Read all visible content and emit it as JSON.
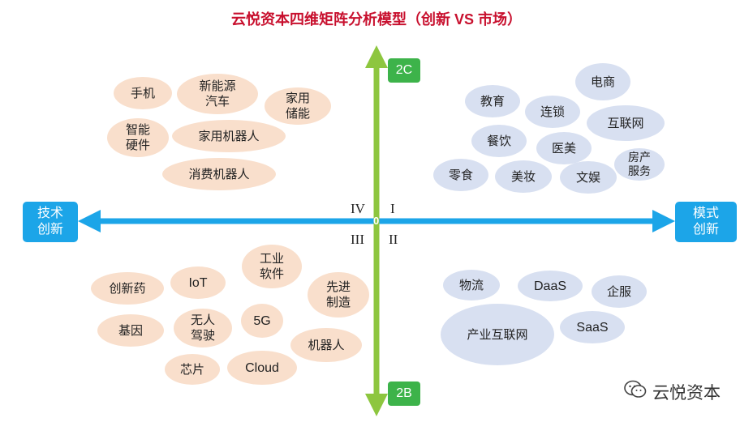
{
  "title": "云悦资本四维矩阵分析模型（创新 VS 市场）",
  "axes": {
    "left_label": "技术\n创新",
    "right_label": "模式\n创新",
    "top_label": "2C",
    "bottom_label": "2B",
    "origin": "0",
    "quadrants": {
      "q1": "I",
      "q2": "II",
      "q3": "III",
      "q4": "IV"
    }
  },
  "colors": {
    "axis_h": "#1ca5e8",
    "axis_v": "#8dc63f",
    "tech_bubble": "#f9dfcc",
    "model_bubble": "#d8e0f1",
    "title": "#c8102e"
  },
  "quadrant_IV_items": [
    "手机",
    "新能源\n汽车",
    "家用\n储能",
    "智能\n硬件",
    "家用机器人",
    "消费机器人"
  ],
  "quadrant_I_items": [
    "电商",
    "教育",
    "连锁",
    "互联网",
    "餐饮",
    "医美",
    "房产\n服务",
    "零食",
    "美妆",
    "文娱"
  ],
  "quadrant_III_items": [
    "工业\n软件",
    "创新药",
    "IoT",
    "先进\n制造",
    "基因",
    "无人\n驾驶",
    "5G",
    "机器人",
    "芯片",
    "Cloud"
  ],
  "quadrant_II_items": [
    "物流",
    "DaaS",
    "企服",
    "产业互联网",
    "SaaS"
  ],
  "watermark": "云悦资本",
  "watermark_icon": "wechat-icon"
}
